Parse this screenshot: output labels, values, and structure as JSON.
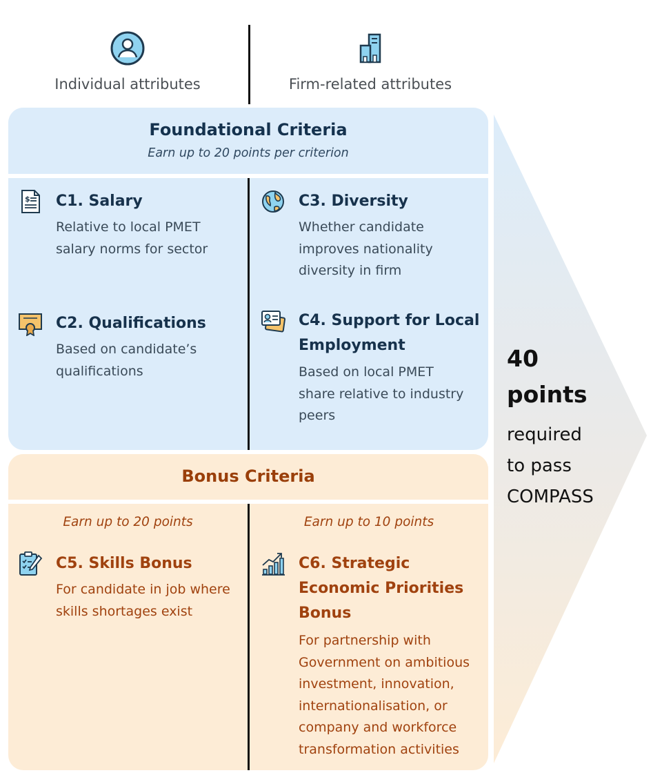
{
  "columns": {
    "individual_label": "Individual attributes",
    "firm_label": "Firm-related attributes"
  },
  "foundational": {
    "title": "Foundational Criteria",
    "subtitle": "Earn up to 20 points per criterion",
    "c1": {
      "title": "C1. Salary",
      "desc": [
        "Relative to local PMET",
        "salary norms for sector"
      ]
    },
    "c2": {
      "title": "C2. Qualifications",
      "desc": [
        "Based on candidate’s",
        "qualifications"
      ]
    },
    "c3": {
      "title": "C3. Diversity",
      "desc": [
        "Whether candidate",
        "improves nationality",
        "diversity in firm"
      ]
    },
    "c4": {
      "title": [
        "C4. Support for Local",
        "Employment"
      ],
      "desc": [
        "Based on local PMET",
        "share relative to industry",
        "peers"
      ]
    }
  },
  "bonus": {
    "title": "Bonus Criteria",
    "left_earn": "Earn up to 20 points",
    "right_earn": "Earn up to 10 points",
    "c5": {
      "title": "C5. Skills Bonus",
      "desc": [
        "For candidate in job where",
        "skills shortages exist"
      ]
    },
    "c6": {
      "title": [
        "C6. Strategic",
        "Economic Priorities",
        "Bonus"
      ],
      "desc": [
        "For partnership with",
        "Government on ambitious",
        "investment, innovation,",
        "internationalisation, or",
        "company and workforce",
        "transformation activities"
      ]
    }
  },
  "pass": {
    "number": "40",
    "unit": "points",
    "text": [
      "required",
      "to pass",
      "COMPASS"
    ]
  },
  "colors": {
    "foundational_bg": "#dcecfa",
    "bonus_bg": "#fdecd6",
    "bonus_text": "#a0420f",
    "foundational_title": "#15324e"
  }
}
